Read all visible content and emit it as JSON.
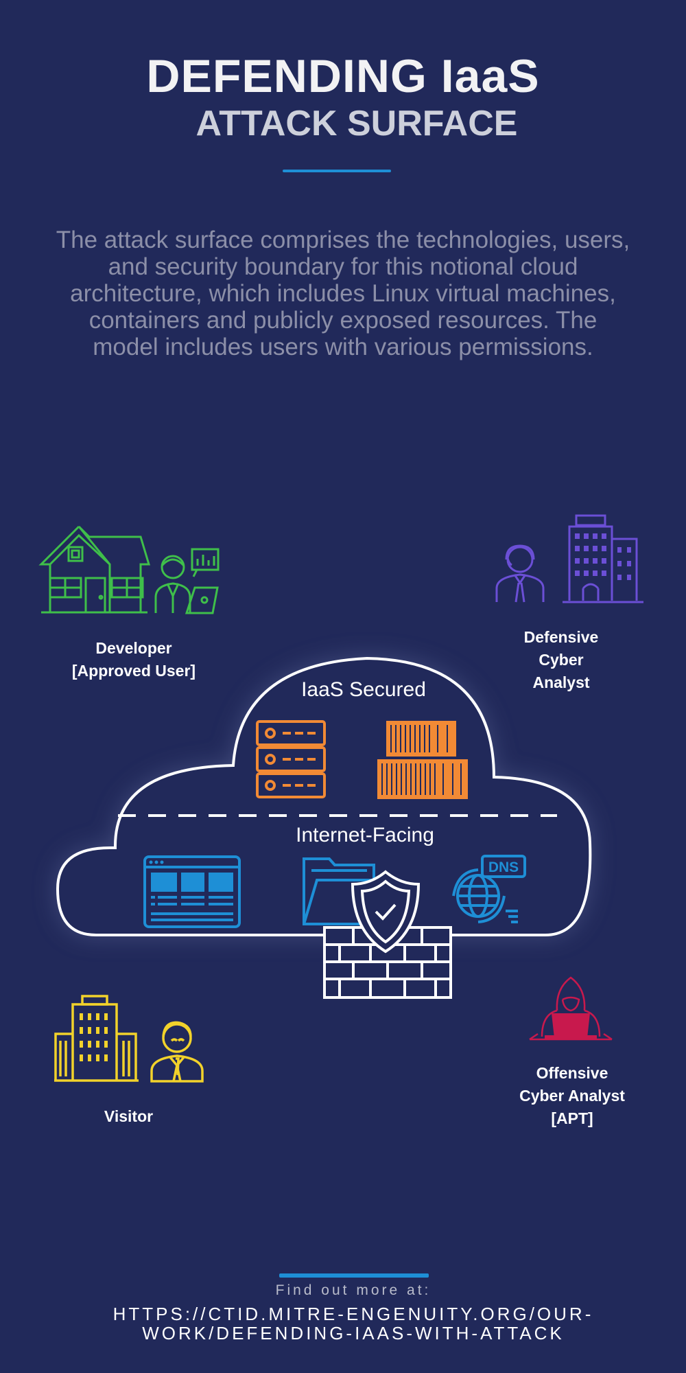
{
  "header": {
    "title": "DEFENDING IaaS",
    "subtitle": "ATTACK SURFACE"
  },
  "intro": "The attack surface comprises the technologies, users, and security boundary for this notional cloud architecture, which includes Linux virtual machines, containers and publicly exposed resources. The model includes users with various permissions.",
  "actors": {
    "developer": {
      "line1": "Developer",
      "line2": "[Approved User]",
      "color": "#3fbf4a"
    },
    "defensive": {
      "line1": "Defensive",
      "line2": "Cyber",
      "line3": "Analyst",
      "color": "#6b4fd6"
    },
    "visitor": {
      "line1": "Visitor",
      "color": "#f2d22b"
    },
    "offensive": {
      "line1": "Offensive",
      "line2": "Cyber Analyst",
      "line3": "[APT]",
      "color": "#c8194d"
    }
  },
  "cloud": {
    "secured_label": "IaaS Secured",
    "internet_label": "Internet-Facing",
    "dns_label": "DNS",
    "secured_color": "#f28a35",
    "internet_color": "#1e8fd6"
  },
  "footer": {
    "find_more": "Find out more at:",
    "url_line1": "HTTPS://CTID.MITRE-ENGENUITY.ORG/OUR-",
    "url_line2": "WORK/DEFENDING-IAAS-WITH-ATTACK"
  }
}
